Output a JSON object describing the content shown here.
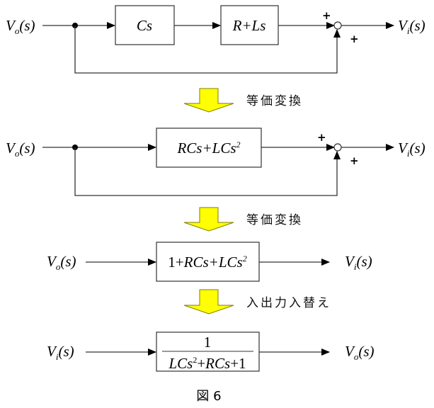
{
  "figure": {
    "caption": "図 6",
    "colors": {
      "arrow_fill": "#FFFF00",
      "arrow_stroke": "#7F7F00",
      "line": "#333333"
    }
  },
  "stage1": {
    "input": {
      "base": "V",
      "sub": "o",
      "arg": "(s)"
    },
    "output": {
      "base": "V",
      "sub": "i",
      "arg": "(s)"
    },
    "block1": "Cs",
    "block2": "R+Ls",
    "sum_sign_top": "+",
    "sum_sign_bottom": "+"
  },
  "transform1": {
    "label": "等価変換"
  },
  "stage2": {
    "input": {
      "base": "V",
      "sub": "o",
      "arg": "(s)"
    },
    "output": {
      "base": "V",
      "sub": "i",
      "arg": "(s)"
    },
    "block": {
      "main": "RCs+LCs",
      "sup": "2"
    },
    "sum_sign_top": "+",
    "sum_sign_bottom": "+"
  },
  "transform2": {
    "label": "等価変換"
  },
  "stage3": {
    "input": {
      "base": "V",
      "sub": "o",
      "arg": "(s)"
    },
    "output": {
      "base": "V",
      "sub": "i",
      "arg": "(s)"
    },
    "block": {
      "lead": "1+",
      "main": "RCs+LCs",
      "sup": "2"
    }
  },
  "transform3": {
    "label": "入出力入替え"
  },
  "stage4": {
    "input": {
      "base": "V",
      "sub": "i",
      "arg": "(s)"
    },
    "output": {
      "base": "V",
      "sub": "o",
      "arg": "(s)"
    },
    "block": {
      "numerator": "1",
      "den_a": "LCs",
      "den_sup": "2",
      "den_b": "+",
      "den_c": "RCs",
      "den_d": "+1"
    }
  }
}
